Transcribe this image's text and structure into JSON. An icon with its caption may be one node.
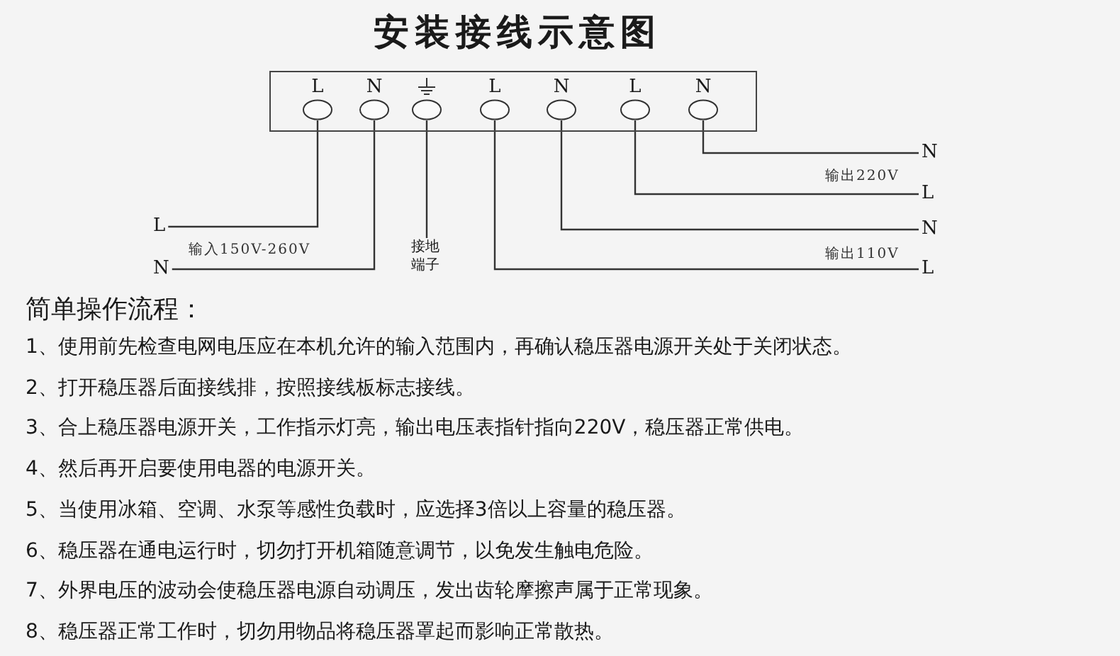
{
  "diagram": {
    "title": "安装接线示意图",
    "nodes": [
      {
        "text": [],
        "shape": "box"
      },
      {
        "text": [
          "L"
        ],
        "in": 0
      },
      {
        "text": [
          "N"
        ],
        "in": 0
      },
      {
        "text": [],
        "shape": "circle",
        "in": 0
      },
      {
        "text": [
          "L"
        ],
        "in": 0
      },
      {
        "text": [
          "N"
        ],
        "in": 0
      },
      {
        "text": [
          "L"
        ],
        "in": 0
      },
      {
        "text": [
          "N"
        ],
        "in": 0
      },
      {
        "text": [
          "L"
        ]
      },
      {
        "text": [
          "N"
        ]
      },
      {
        "text": [
          "接地端子"
        ]
      },
      {
        "text": [
          "N"
        ]
      },
      {
        "text": [
          "L"
        ]
      },
      {
        "text": [
          "N"
        ]
      },
      {
        "text": [
          "L"
        ]
      }
    ],
    "edges": [
      {
        "from": 1,
        "to": 8,
        "arrow": "none"
      },
      {
        "from": 2,
        "to": 9,
        "arrow": "none"
      },
      {
        "from": 3,
        "to": 10,
        "arrow": "none"
      },
      {
        "from": 4,
        "to": 14,
        "arrow": "none"
      },
      {
        "from": 5,
        "to": 13,
        "arrow": "none"
      },
      {
        "from": 6,
        "to": 12,
        "arrow": "none"
      },
      {
        "from": 7,
        "to": 11,
        "arrow": "none"
      }
    ],
    "labels": [
      "输出220V",
      "输入150V-260V",
      "输出110V",
      "简单操作流程：",
      "1、使用前先检查电网电压应在本机允许的输入范围内，再确认稳压器电源开关处于关闭状态。",
      "2、打开稳压器后面接线排，按照接线板标志接线。",
      "3、合上稳压器电源开关，工作指示灯亮，输出电压表指针指向220V，稳压器正常供电。",
      "4、然后再开启要使用电器的电源开关。",
      "5、当使用冰箱、空调、水泵等感性负载时，应选择3倍以上容量的稳压器。",
      "6、稳压器在通电运行时，切勿打开机箱随意调节，以免发生触电危险。",
      "7、外界电压的波动会使稳压器电源自动调压，发出齿轮摩擦声属于正常现象。",
      "8、稳压器正常工作时，切勿用物品将稳压器罩起而影响正常散热。"
    ]
  }
}
